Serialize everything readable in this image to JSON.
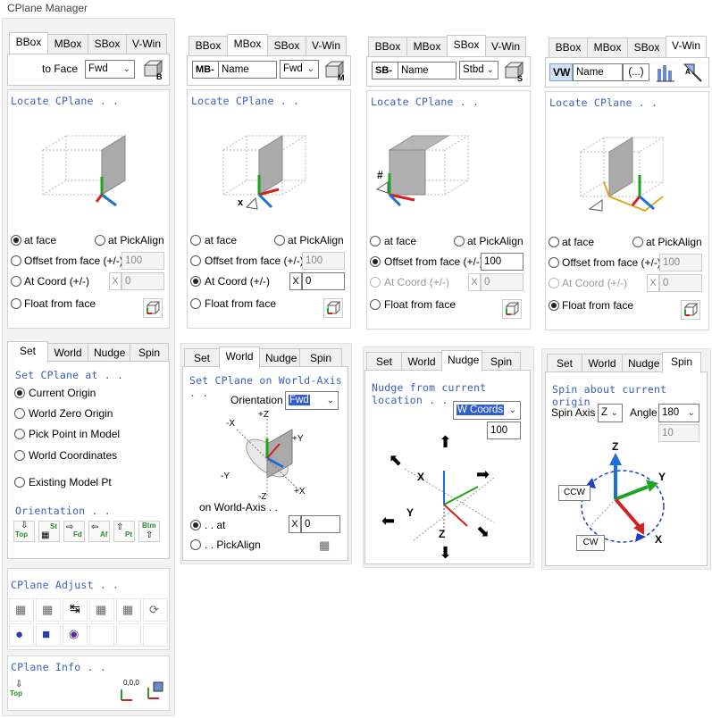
{
  "app_title": "CPlane Manager",
  "tabs_top": [
    "BBox",
    "MBox",
    "SBox",
    "V-Win"
  ],
  "tabs_bottom": [
    "Set",
    "World",
    "Nudge",
    "Spin"
  ],
  "bbox": {
    "to_face_label": "to Face",
    "face_value": "Fwd"
  },
  "mbox": {
    "prefix": "MB-",
    "name_value": "Name",
    "face_value": "Fwd"
  },
  "sbox": {
    "prefix": "SB-",
    "name_value": "Name",
    "face_value": "Stbd"
  },
  "vwin": {
    "prefix": "VW",
    "name_value": "Name",
    "dots": "(...)"
  },
  "locate": {
    "title": "Locate CPlane . .",
    "at_face": "at face",
    "at_pickalign": "at PickAlign",
    "offset": "Offset from face (+/-)",
    "at_coord": "At Coord (+/-)",
    "float": "Float from face",
    "offset_value": "100",
    "x_label": "X",
    "coord_value": "0"
  },
  "set": {
    "title": "Set CPlane at . .",
    "options": [
      "Current Origin",
      "World Zero Origin",
      "Pick Point in Model",
      "World Coordinates",
      "Existing Model Pt"
    ],
    "orientation_title": "Orientation . .",
    "orient_icons": [
      "Top",
      "St",
      "Fd",
      "Af",
      "Pt",
      "Btm"
    ]
  },
  "world": {
    "title": "Set CPlane on World-Axis . .",
    "orientation_label": "Orientation",
    "orientation_value": "Fwd",
    "on_axis": "on World-Axis . .",
    "at": ". . at",
    "pickalign": ". . PickAlign",
    "x_label": "X",
    "x_value": "0",
    "axes": {
      "z": "+Z",
      "y": "+Y",
      "x": "+X",
      "nx": "-X",
      "ny": "-Y",
      "nz": "-Z"
    }
  },
  "nudge": {
    "title": "Nudge from current location . .",
    "coords_value": "W Coords",
    "amount": "100",
    "axes": {
      "x": "X",
      "y": "Y",
      "z": "Z"
    }
  },
  "spin": {
    "title": "Spin about current origin . .",
    "axis_label": "Spin Axis",
    "axis_value": "Z",
    "angle_label": "Angle",
    "angle_value": "180",
    "sub_value": "10",
    "ccw": "CCW",
    "cw": "CW",
    "axes": {
      "x": "X",
      "y": "Y",
      "z": "Z"
    }
  },
  "adjust": {
    "title": "CPlane Adjust . ."
  },
  "info": {
    "title": "CPlane Info . .",
    "top_label": "Top",
    "origin_label": "0,0,0"
  },
  "colors": {
    "accent": "#3b5fbf",
    "x_axis": "#d42020",
    "y_axis": "#21a321",
    "z_axis": "#1b6fd6"
  }
}
